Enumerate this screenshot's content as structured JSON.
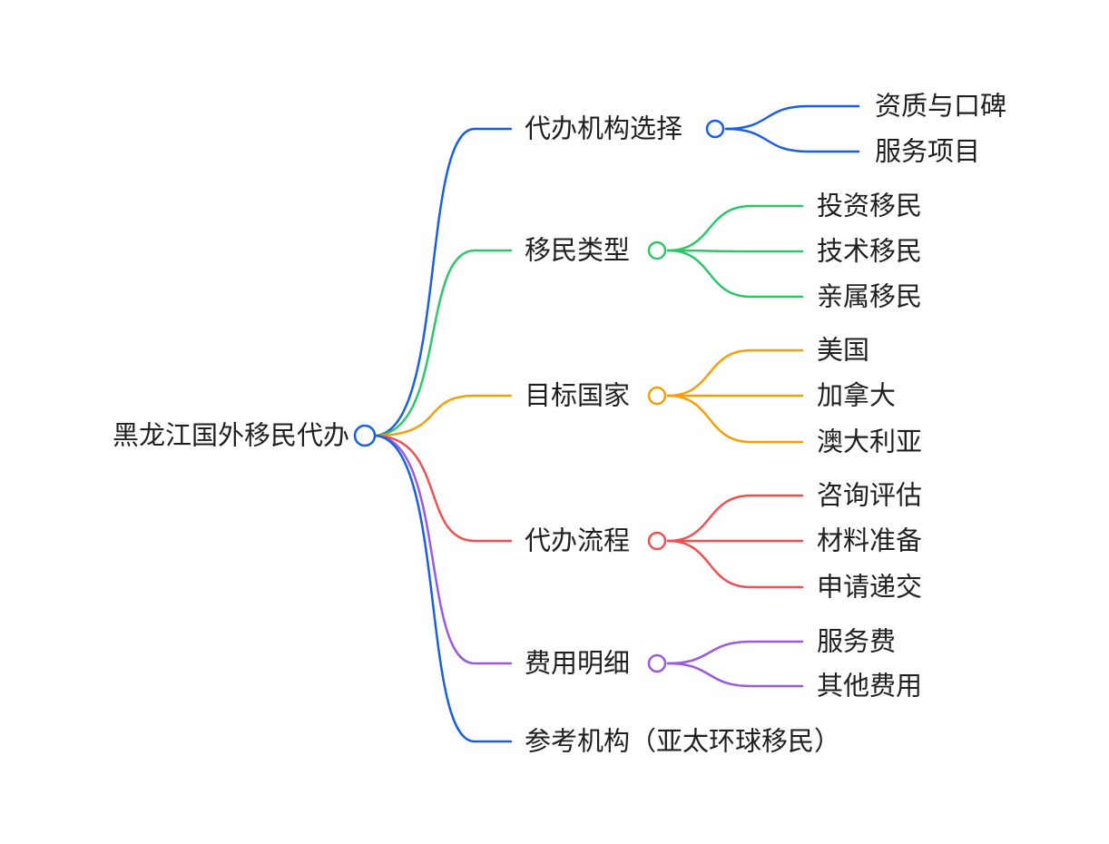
{
  "root": {
    "label": "黑龙江国外移民代办",
    "color": "#1a5fe0"
  },
  "branches": [
    {
      "label": "代办机构选择",
      "color": "#1a5fe0",
      "children": [
        "资质与口碑",
        "服务项目"
      ]
    },
    {
      "label": "移民类型",
      "color": "#2fc56a",
      "children": [
        "投资移民",
        "技术移民",
        "亲属移民"
      ]
    },
    {
      "label": "目标国家",
      "color": "#f59e0b",
      "children": [
        "美国",
        "加拿大",
        "澳大利亚"
      ]
    },
    {
      "label": "代办流程",
      "color": "#ef5150",
      "children": [
        "咨询评估",
        "材料准备",
        "申请递交"
      ]
    },
    {
      "label": "费用明细",
      "color": "#9b59e0",
      "children": [
        "服务费",
        "其他费用"
      ]
    },
    {
      "label": "参考机构（亚太环球移民）",
      "color": "#1a5fe0",
      "children": []
    }
  ]
}
